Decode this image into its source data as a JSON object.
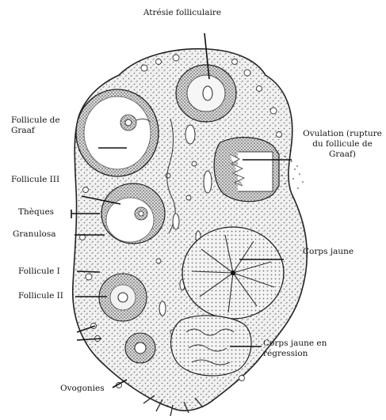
{
  "figure": {
    "labels": {
      "atresie": "Atrésie folliculaire",
      "graaf_1": "Follicule de",
      "graaf_2": "Graaf",
      "ovulation_1": "Ovulation (rupture",
      "ovulation_2": "du follicule de",
      "ovulation_3": "Graaf)",
      "follicule3": "Follicule III",
      "theques": "Thèques",
      "granulosa": "Granulosa",
      "corps_jaune": "Corps jaune",
      "follicule1": "Follicule I",
      "follicule2": "Follicule II",
      "corps_jaune_reg_1": "Corps jaune en",
      "corps_jaune_reg_2": "régression",
      "ovogonies": "Ovogonies"
    }
  }
}
